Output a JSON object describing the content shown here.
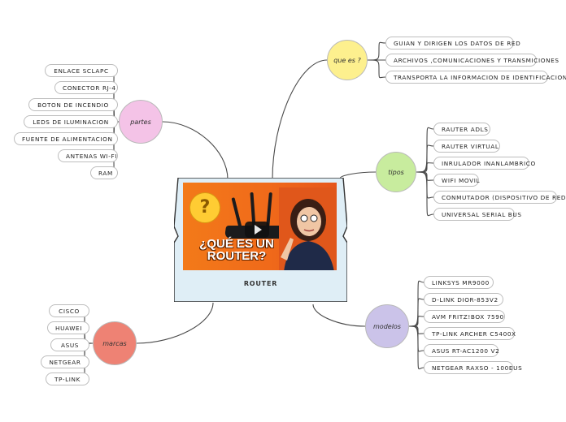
{
  "center": {
    "label": "ROUTER",
    "thumbnail_caption_line1": "¿QUÉ ES UN",
    "thumbnail_caption_line2": "ROUTER?",
    "emoji": "?"
  },
  "branches": [
    {
      "id": "que-es",
      "label": "que es ?",
      "color": "#fdf08e",
      "leaves": [
        "GUIAN Y DIRIGEN LOS DATOS DE RED",
        "ARCHIVOS ,COMUNICACIONES Y TRANSMICIONES",
        "TRANSPORTA LA INFORMACION DE IDENTIFICACION"
      ]
    },
    {
      "id": "partes",
      "label": "partes",
      "color": "#f4c3e7",
      "leaves": [
        "ENLACE SCLAPC",
        "CONECTOR RJ-4",
        "BOTON DE INCENDIO",
        "LEDS DE ILUMINACION",
        "FUENTE DE ALIMENTACION",
        "ANTENAS WI-FI",
        "RAM"
      ]
    },
    {
      "id": "tipos",
      "label": "tipos",
      "color": "#c8ec9e",
      "leaves": [
        "RAUTER ADLS",
        "RAUTER VIRTUAL",
        "INRULADOR INANLAMBRICO",
        "WIFI MOVIL",
        "CONMUTADOR (DISPOSITIVO DE RED )",
        "UNIVERSAL SERIAL BUS"
      ]
    },
    {
      "id": "modelos",
      "label": "modelos",
      "color": "#cbc3e9",
      "leaves": [
        "LINKSYS MR9000",
        "D-LINK DIOR-853V2",
        "AVM FRITZ!BOX 7590",
        "TP-LINK ARCHER C5400X",
        "ASUS RT-AC1200 V2",
        "NETGEAR RAXSO - 100EUS"
      ]
    },
    {
      "id": "marcas",
      "label": "marcas",
      "color": "#ee8274",
      "leaves": [
        "CISCO",
        "HUAWEI",
        "ASUS",
        "NETGEAR",
        "TP-LINK"
      ]
    }
  ]
}
